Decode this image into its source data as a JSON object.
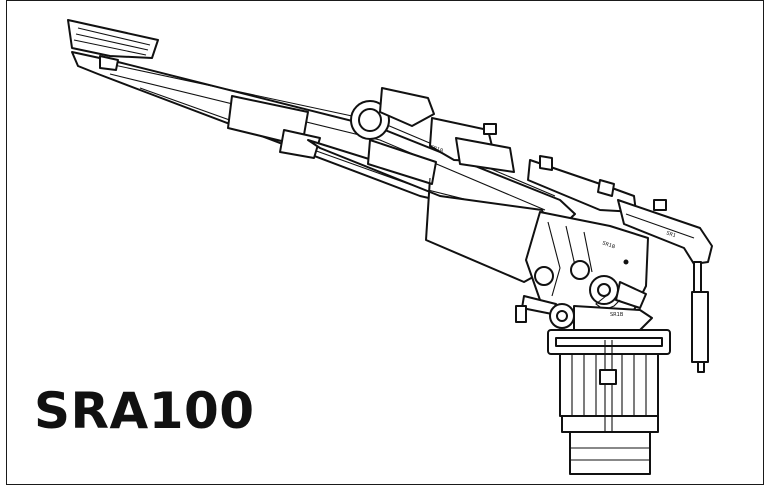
{
  "figure": {
    "model_name": "SRA100",
    "part_marks": [
      "SR1",
      "SR1B",
      "SR1B",
      "SR1B"
    ]
  }
}
